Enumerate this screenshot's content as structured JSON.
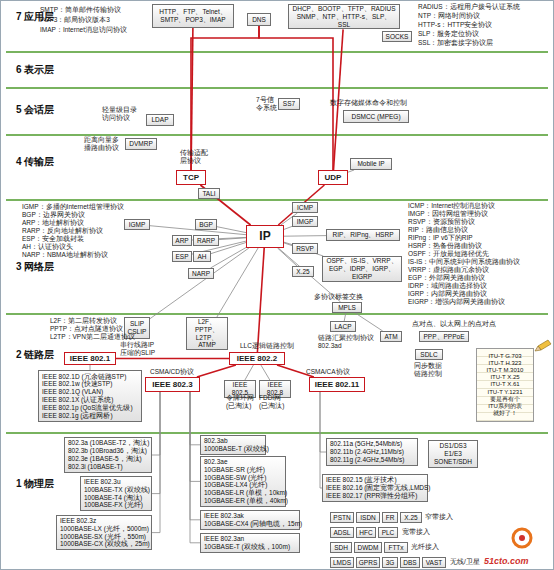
{
  "diagram": {
    "nodes": [
      {
        "text": [
          "7 应用层"
        ]
      },
      {
        "text": [
          "HTTP、FTP、Telnet、SMTP、POP3、IMAP"
        ],
        "in": 0
      },
      {
        "text": [
          "DNS"
        ],
        "in": 0
      },
      {
        "text": [
          "DHCP、BOOTP、TFTP、RADIUS SNMP、NTP、HTTP-s、SLP、SSL"
        ],
        "in": 0
      },
      {
        "text": [
          "SOCKS"
        ],
        "in": 0
      },
      {
        "text": [
          "6 表示层"
        ]
      },
      {
        "text": [
          "5 会话层"
        ]
      },
      {
        "text": [
          "LDAP"
        ],
        "in": 6
      },
      {
        "text": [
          "SS7"
        ],
        "in": 6
      },
      {
        "text": [
          "DSMCC (MPEG)"
        ],
        "in": 6
      },
      {
        "text": [
          "4 传输层"
        ]
      },
      {
        "text": [
          "DVMRP"
        ],
        "in": 10
      },
      {
        "text": [
          "TCP"
        ],
        "in": 10
      },
      {
        "text": [
          "TALI"
        ],
        "in": 10
      },
      {
        "text": [
          "UDP"
        ],
        "in": 10
      },
      {
        "text": [
          "Mobile IP"
        ],
        "in": 10
      },
      {
        "text": [
          "3 网络层"
        ]
      },
      {
        "text": [
          "IGMP"
        ],
        "in": 16
      },
      {
        "text": [
          "BGP"
        ],
        "in": 16
      },
      {
        "text": [
          "ARP"
        ],
        "in": 16
      },
      {
        "text": [
          "RARP"
        ],
        "in": 16
      },
      {
        "text": [
          "ESP"
        ],
        "in": 16
      },
      {
        "text": [
          "AH"
        ],
        "in": 16
      },
      {
        "text": [
          "NARP"
        ],
        "in": 16
      },
      {
        "text": [
          "IP"
        ],
        "in": 16
      },
      {
        "text": [
          "ICMP"
        ],
        "in": 16
      },
      {
        "text": [
          "IMGP"
        ],
        "in": 16
      },
      {
        "text": [
          "RIP、RIPng、HSRP"
        ],
        "in": 16
      },
      {
        "text": [
          "RSVP"
        ],
        "in": 16
      },
      {
        "text": [
          "OSPF、IS-IS、VRRP、EGP、IDRP、IGRP、EIGRP"
        ],
        "in": 16
      },
      {
        "text": [
          "X.25"
        ],
        "in": 16
      },
      {
        "text": [
          "MPLS"
        ],
        "in": 16
      },
      {
        "text": [
          "2 链路层"
        ]
      },
      {
        "text": [
          "SLIP CSLIP"
        ],
        "in": 32
      },
      {
        "text": [
          "L2F、PPTP、L2TP、ATMP"
        ],
        "in": 32
      },
      {
        "text": [
          "LACP"
        ],
        "in": 32
      },
      {
        "text": [
          "ATM"
        ],
        "in": 32
      },
      {
        "text": [
          "PPP、PPPoE"
        ],
        "in": 32
      },
      {
        "text": [
          "SDLC"
        ],
        "in": 32
      },
      {
        "text": [
          "ITU-T G.703",
          "ITU-T H.323",
          "ITU-T M.3010",
          "ITU-T X.25",
          "ITU-T X.61",
          "ITU-T Y.1231",
          "要是再有个 ITU系列的表 就好了！"
        ],
        "in": 32
      },
      {
        "text": [
          "IEEE 802.1"
        ],
        "in": 32
      },
      {
        "text": [
          "IEEE 802.2"
        ],
        "in": 32
      },
      {
        "text": [
          "IEEE 802.3"
        ],
        "in": 32
      },
      {
        "text": [
          "IEEE 802.5"
        ],
        "in": 32
      },
      {
        "text": [
          "IEEE 802.8"
        ],
        "in": 32
      },
      {
        "text": [
          "IEEE 802.11"
        ],
        "in": 32
      },
      {
        "text": [
          "IEEE 802.1D (冗余链路STP)",
          "IEEE 802.1w (快速STP)",
          "IEEE 802.1Q (VLAN)",
          "IEEE 802.1X (认证系统)",
          "IEEE 802.1p (QoS流量优先级)",
          "IEEE 802.1g (远程网桥)"
        ],
        "in": 32
      },
      {
        "text": [
          "1 物理层"
        ]
      },
      {
        "text": [
          "802.3a (10BASE-T2，淘汰)",
          "802.3b (10Broad36，淘汰)",
          "802.3e (1BASE-5，淘汰)",
          "802.3i (10BASE-T)"
        ],
        "in": 47
      },
      {
        "text": [
          "IEEE 802.3u",
          "100BASE-TX (双绞线)",
          "100BASE-T4 (淘汰)",
          "100BASE-FX (光纤)"
        ],
        "in": 47
      },
      {
        "text": [
          "IEEE 802.3z",
          "1000BASE-LX (光纤，5000m)",
          "1000BASE-SX (光纤，550m)",
          "1000BASE-CX (双绞线，25m)"
        ],
        "in": 47
      },
      {
        "text": [
          "802.3ab",
          "1000BASE-T (双绞线)"
        ],
        "in": 47
      },
      {
        "text": [
          "802.3ae",
          "10GBASE-SR (光纤)",
          "10GBASE-SW (光纤)",
          "10GBASE-LX4 (光纤)",
          "10GBASE-LR (单模，10km)",
          "10GBASE-ER (单模，40km)"
        ],
        "in": 47
      },
      {
        "text": [
          "IEEE 802.3ak",
          "10GBASE-CX4 (同轴电缆，15m)"
        ],
        "in": 47
      },
      {
        "text": [
          "IEEE 802.3an",
          "10GBASE-T (双绞线，100m)"
        ],
        "in": 47
      },
      {
        "text": [
          "802.11a (5GHz,54Mbit/s)",
          "802.11b (2.4GHz,11Mb/s)",
          "802.11g (2.4GHz,54Mb/s)"
        ],
        "in": 47
      },
      {
        "text": [
          "IEEE 802.15 (蓝牙技术)",
          "IEEE 802.16 (固定宽带无线,LMDS)",
          "IEEE 802.17 (RPR弹性分组环)"
        ],
        "in": 47
      },
      {
        "text": [
          "DS1/DS3",
          "E1/E3",
          "SONET/SDH"
        ],
        "in": 47
      },
      {
        "text": [
          "PSTN"
        ],
        "in": 47
      },
      {
        "text": [
          "ISDN"
        ],
        "in": 47
      },
      {
        "text": [
          "FR"
        ],
        "in": 47
      },
      {
        "text": [
          "X.25"
        ],
        "in": 47
      },
      {
        "text": [
          "ADSL"
        ],
        "in": 47
      },
      {
        "text": [
          "HFC"
        ],
        "in": 47
      },
      {
        "text": [
          "PLC"
        ],
        "in": 47
      },
      {
        "text": [
          "SDH"
        ],
        "in": 47
      },
      {
        "text": [
          "DWDM"
        ],
        "in": 47
      },
      {
        "text": [
          "FTTx"
        ],
        "in": 47
      },
      {
        "text": [
          "LMDS"
        ],
        "in": 47
      },
      {
        "text": [
          "GPRS"
        ],
        "in": 47
      },
      {
        "text": [
          "3G"
        ],
        "in": 47
      },
      {
        "text": [
          "DBS"
        ],
        "in": 47
      },
      {
        "text": [
          "VAST"
        ],
        "in": 47
      }
    ],
    "edges": [
      {
        "from": 1,
        "to": 12,
        "arrow": "none"
      },
      {
        "from": 2,
        "to": 12,
        "arrow": "none"
      },
      {
        "from": 2,
        "to": 14,
        "arrow": "none"
      },
      {
        "from": 3,
        "to": 14,
        "arrow": "none"
      },
      {
        "from": 14,
        "to": 15,
        "arrow": "none"
      },
      {
        "from": 12,
        "to": 24,
        "arrow": "none"
      },
      {
        "from": 14,
        "to": 24,
        "arrow": "none"
      },
      {
        "from": 24,
        "to": 17,
        "arrow": "none"
      },
      {
        "from": 24,
        "to": 18,
        "arrow": "none"
      },
      {
        "from": 24,
        "to": 19,
        "arrow": "none"
      },
      {
        "from": 24,
        "to": 20,
        "arrow": "none"
      },
      {
        "from": 24,
        "to": 21,
        "arrow": "none"
      },
      {
        "from": 24,
        "to": 22,
        "arrow": "none"
      },
      {
        "from": 24,
        "to": 23,
        "arrow": "none"
      },
      {
        "from": 24,
        "to": 25,
        "arrow": "none"
      },
      {
        "from": 24,
        "to": 26,
        "arrow": "none"
      },
      {
        "from": 24,
        "to": 27,
        "arrow": "none"
      },
      {
        "from": 24,
        "to": 28,
        "arrow": "none"
      },
      {
        "from": 24,
        "to": 29,
        "arrow": "none"
      },
      {
        "from": 24,
        "to": 30,
        "arrow": "none"
      },
      {
        "from": 24,
        "to": 31,
        "arrow": "none"
      },
      {
        "from": 24,
        "to": 33,
        "arrow": "none"
      },
      {
        "from": 24,
        "to": 34,
        "arrow": "none"
      },
      {
        "from": 24,
        "to": 41,
        "arrow": "none"
      },
      {
        "from": 31,
        "to": 35,
        "arrow": "none"
      },
      {
        "from": 31,
        "to": 36,
        "arrow": "none"
      },
      {
        "from": 41,
        "to": 40,
        "arrow": "none"
      },
      {
        "from": 41,
        "to": 42,
        "arrow": "none"
      },
      {
        "from": 41,
        "to": 43,
        "arrow": "none"
      },
      {
        "from": 41,
        "to": 44,
        "arrow": "none"
      },
      {
        "from": 41,
        "to": 45,
        "arrow": "none"
      },
      {
        "from": 40,
        "to": 46,
        "arrow": "none"
      },
      {
        "from": 42,
        "to": 48,
        "arrow": "none"
      },
      {
        "from": 42,
        "to": 49,
        "arrow": "none"
      },
      {
        "from": 42,
        "to": 50,
        "arrow": "none"
      },
      {
        "from": 42,
        "to": 51,
        "arrow": "none"
      },
      {
        "from": 42,
        "to": 52,
        "arrow": "none"
      },
      {
        "from": 42,
        "to": 53,
        "arrow": "none"
      },
      {
        "from": 42,
        "to": 54,
        "arrow": "none"
      },
      {
        "from": 45,
        "to": 55,
        "arrow": "none"
      },
      {
        "from": 45,
        "to": 56,
        "arrow": "none"
      }
    ],
    "labels": [
      "SMTP：简单邮件传输协议",
      "POP3：邮局协议版本3",
      "IMAP：Internet消息访问协议",
      "RADIUS：远程用户拨号认证系统",
      "NTP：网络时间协议",
      "HTTP-s：HTTP安全协议",
      "SLP：服务定位协议",
      "SSL：加密套接字协议层",
      "轻量级目录 访问协议",
      "7号信 令系统",
      "数字存储媒体命令和控制",
      "距离向量多 播路由协议",
      "传输适配 层协议",
      "IGMP：多播的Internet组管理协议",
      "BGP：边界网关协议",
      "ARP：地址解析协议",
      "RARP：反向地址解析协议",
      "ESP：安全加载封装",
      "AH：认证协议头",
      "NARP：NBMA地址解析协议",
      "ICMP：Internet控制消息协议",
      "IMGP：因特网组管理协议",
      "RSVP：资源预留协议",
      "RIP：路由信息协议",
      "RIPng：IP v6下的RIP",
      "HSRP：热备份路由协议",
      "OSPF：开放最短路径优先",
      "IS-IS：中间系统到中间系统路由协议",
      "VRRP：虚拟路由冗余协议",
      "EGP：外部网关路由协议",
      "IDRP：域间路由选择协议",
      "IGRP：内部网关路由协议",
      "EIGRP：增强内部网关路由协议",
      "多协议标签交换",
      "L2F：第二层转发协议",
      "PPTP：点对点隧道协议",
      "L2TP：VPN第二层通道协议",
      "串行线路IP 压缩的SLIP",
      "链路汇聚控制协议 802.3ad",
      "点对点、以太网上的点对点",
      "同步数据 链路控制",
      "LLC逻辑链路控制",
      "CSMA/CD协议",
      "CSMA/CA协议",
      "令牌环网 (已淘汰)",
      "FDDI网 (已淘汰)",
      "窄带接入",
      "宽带接入",
      "光纤接入",
      "无线/卫星",
      "51cto.com"
    ]
  }
}
